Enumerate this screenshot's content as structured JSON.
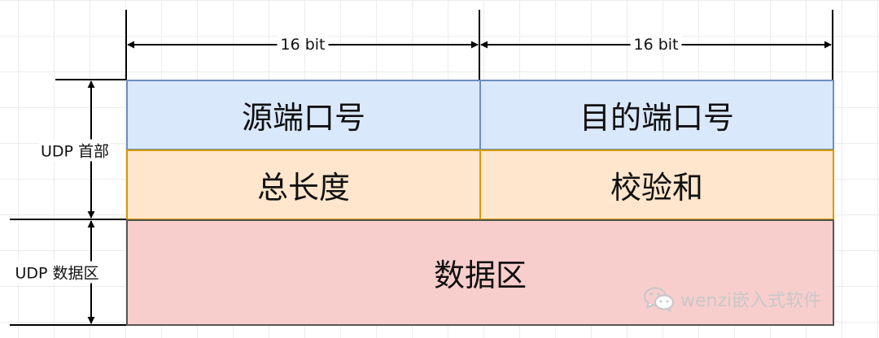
{
  "dimensions": {
    "left_width": "16 bit",
    "right_width": "16 bit"
  },
  "header": {
    "label": "UDP 首部",
    "row1": {
      "left": "源端口号",
      "right": "目的端口号",
      "color": "#dae8fc",
      "border": "#6c8ebf"
    },
    "row2": {
      "left": "总长度",
      "right": "校验和",
      "color": "#ffe6cc",
      "border": "#d79b00"
    }
  },
  "data_area": {
    "label": "UDP 数据区",
    "cell": "数据区",
    "color": "#f8cecc"
  },
  "watermark": {
    "icon": "wechat-icon",
    "text": "wenzi嵌入式软件"
  }
}
